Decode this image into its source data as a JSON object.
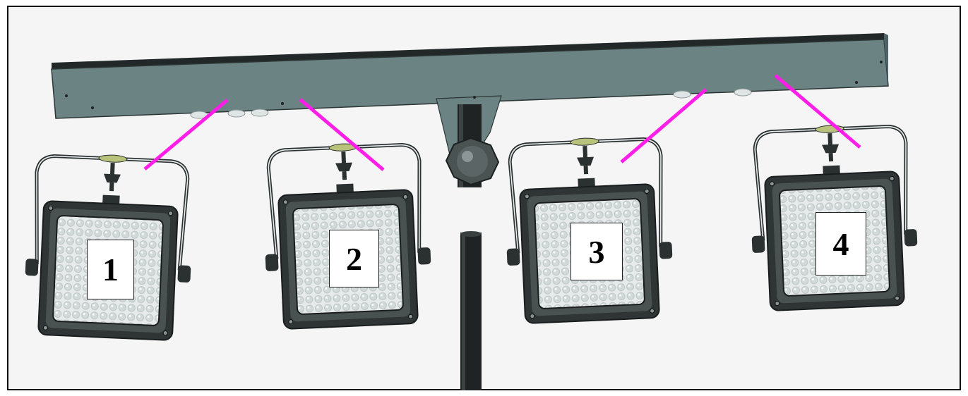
{
  "fixtures": [
    {
      "id": 1,
      "label": "1"
    },
    {
      "id": 2,
      "label": "2"
    },
    {
      "id": 3,
      "label": "3"
    },
    {
      "id": 4,
      "label": "4"
    }
  ],
  "colors": {
    "bar": "#6a8282",
    "bar_top": "#1f2424",
    "stand": "#1e2222",
    "fixture_housing": "#2f3434",
    "led_panel": "#e9ecec",
    "led": "#d4dada",
    "pointer": "#ff1ee8",
    "background": "#f4f5f4"
  }
}
